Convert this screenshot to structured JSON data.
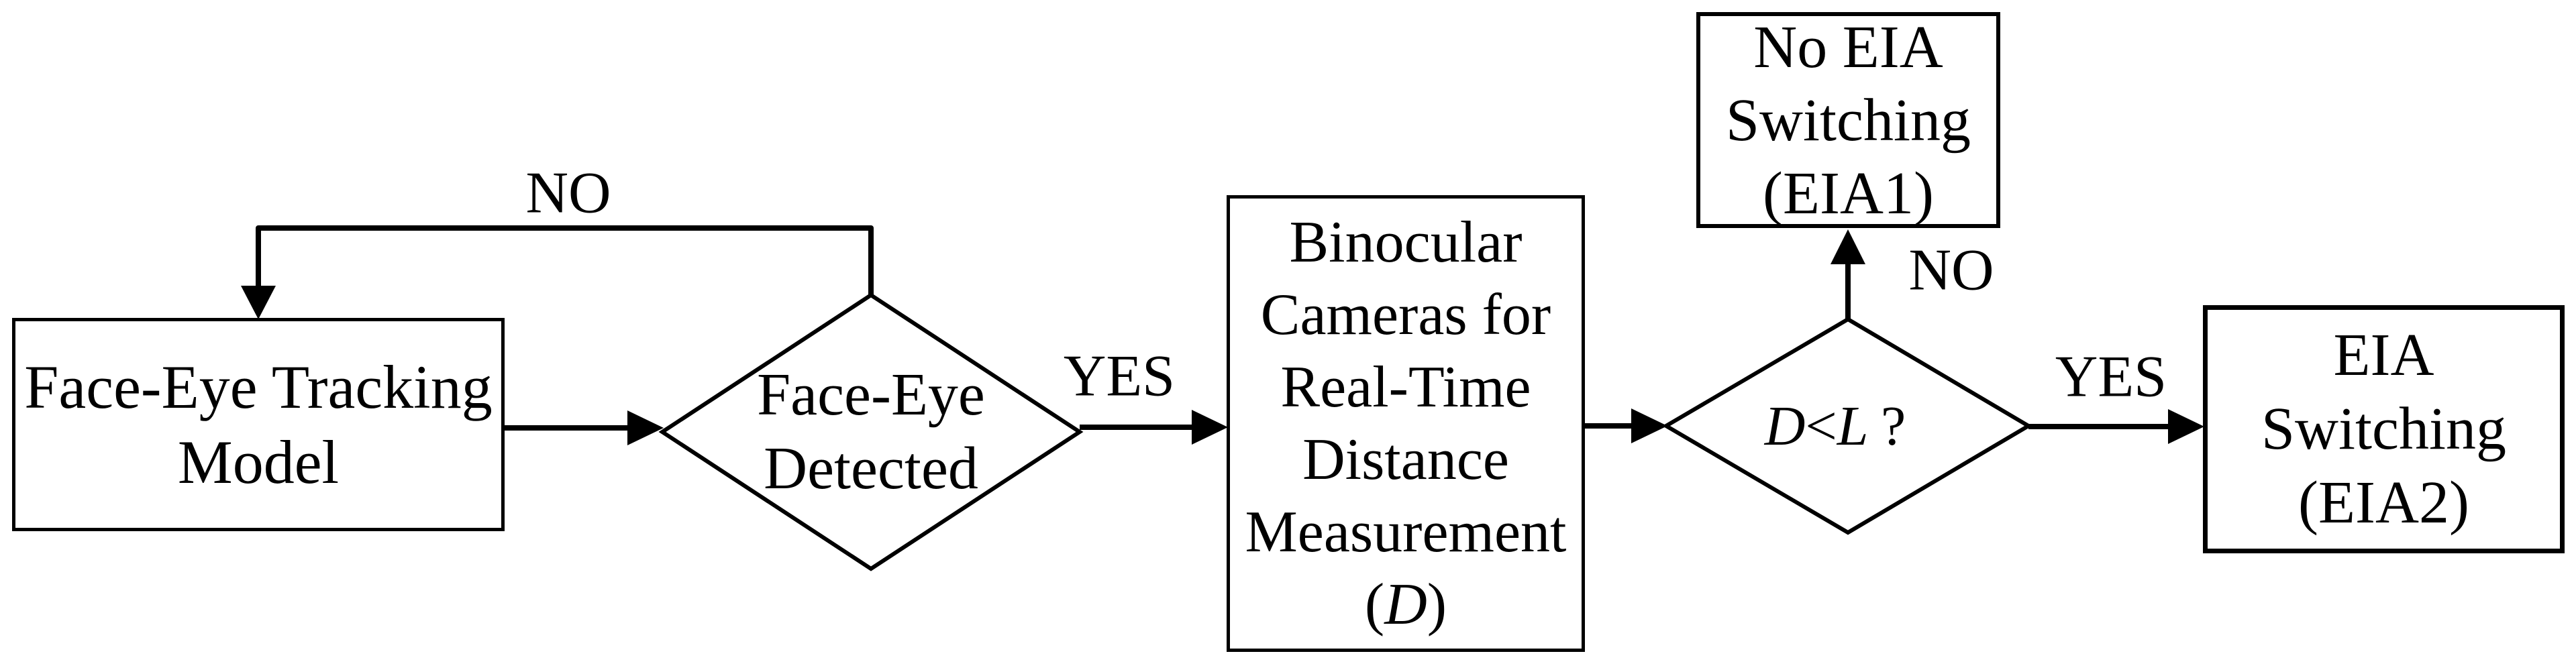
{
  "colors": {
    "ink": "#000000",
    "background": "#ffffff"
  },
  "flowchart": {
    "nodes": {
      "tracking_model": {
        "lines": [
          "Face-Eye Tracking",
          "Model"
        ]
      },
      "face_eye_detected": {
        "lines": [
          "Face-Eye",
          "Detected"
        ]
      },
      "binocular_cameras": {
        "lines": [
          "Binocular",
          "Cameras for",
          "Real-Time",
          "Distance",
          "Measurement"
        ],
        "formula_line": {
          "open": "(",
          "variable": "D",
          "close": ")"
        }
      },
      "distance_check": {
        "condition": {
          "lhs": "D",
          "operator": "<",
          "rhs": "L",
          "question_mark": "?"
        }
      },
      "no_eia_switching": {
        "lines": [
          "No EIA",
          "Switching",
          "(EIA1)"
        ]
      },
      "eia_switching": {
        "lines": [
          "EIA",
          "Switching",
          "(EIA2)"
        ]
      }
    },
    "edge_labels": {
      "detected_no": "NO",
      "detected_yes": "YES",
      "distance_no": "NO",
      "distance_yes": "YES"
    }
  }
}
